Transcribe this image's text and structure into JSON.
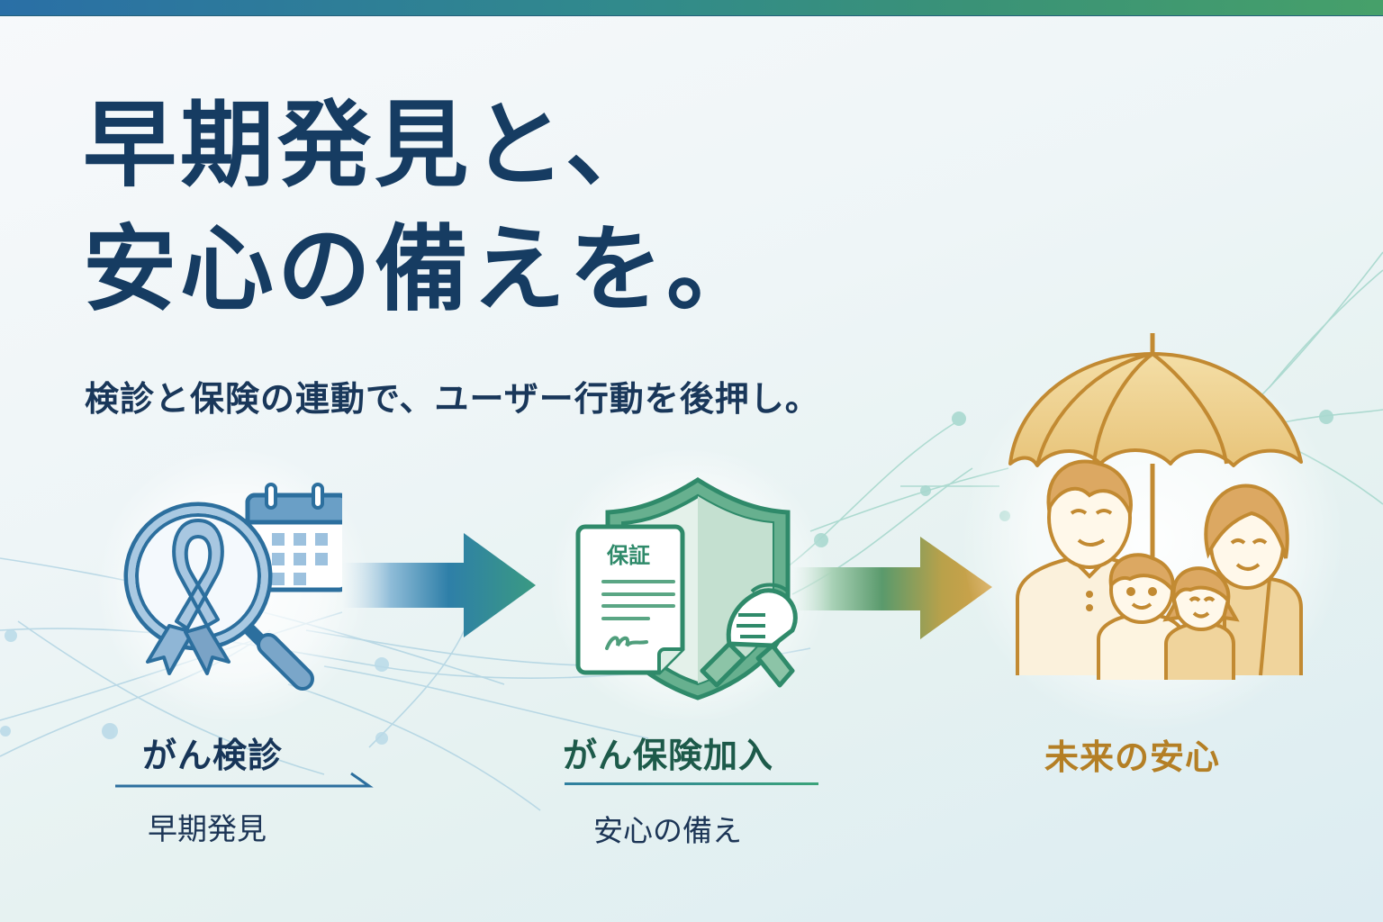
{
  "banner": {
    "headline_lines": [
      "早期発見と、",
      "安心の備えを。"
    ],
    "subheadline": "検診と保険の連動で、ユーザー行動を後押し。",
    "colors": {
      "headline": "#163c62",
      "top_bar_start": "#2a6fa6",
      "top_bar_end": "#46a06a",
      "step1_accent": "#2c6f9e",
      "step2_accent": "#2f8a6a",
      "step3_accent": "#b8862c"
    }
  },
  "steps": [
    {
      "icon": "cancer-screening-icon",
      "icon_parts": [
        "magnifying-glass",
        "awareness-ribbon",
        "calendar"
      ],
      "title": "がん検診",
      "subtitle": "早期発見"
    },
    {
      "icon": "insurance-shield-icon",
      "icon_parts": [
        "shield",
        "guarantee-document",
        "handshake"
      ],
      "document_label": "保証",
      "title": "がん保険加入",
      "subtitle": "安心の備え"
    },
    {
      "icon": "family-umbrella-icon",
      "icon_parts": [
        "umbrella",
        "father",
        "mother",
        "son",
        "daughter"
      ],
      "title": "未来の安心"
    }
  ],
  "arrows": [
    {
      "from": "がん検診",
      "to": "がん保険加入",
      "gradient": [
        "#8fbcd8",
        "#2e7fa8",
        "#3a9a82"
      ]
    },
    {
      "from": "がん保険加入",
      "to": "未来の安心",
      "gradient": [
        "#a8d1b6",
        "#5a9a6c",
        "#d3a24a"
      ]
    }
  ]
}
